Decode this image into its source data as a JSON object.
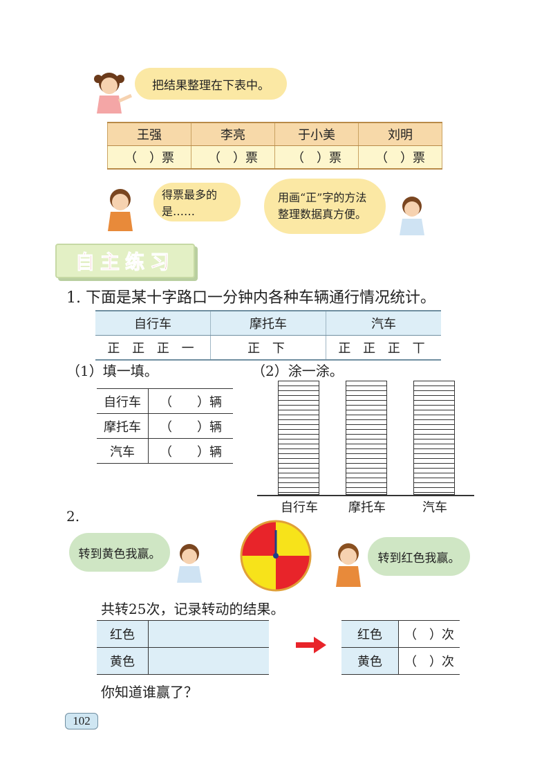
{
  "intro": {
    "bubble_text": "把结果整理在下表中。",
    "candidates_table": {
      "headers": [
        "王强",
        "李亮",
        "于小美",
        "刘明"
      ],
      "cells": [
        "（　）票",
        "（　）票",
        "（　）票",
        "（　）票"
      ]
    },
    "girl_bubble": "得票最多的是……",
    "boy_bubble": "用画“正”字的方法整理数据真方便。"
  },
  "section_banner": "自主练习",
  "q1": {
    "title": "1. 下面是某十字路口一分钟内各种车辆通行情况统计。",
    "tally_table": {
      "headers": [
        "自行车",
        "摩托车",
        "汽车"
      ],
      "tallies": [
        "正 正 正 一",
        "正 下",
        "正 正 正 丅"
      ]
    },
    "part1_label": "（1）填一填。",
    "part2_label": "（2）涂一涂。",
    "fill_table": [
      {
        "label": "自行车",
        "value": "（　　）辆"
      },
      {
        "label": "摩托车",
        "value": "（　　）辆"
      },
      {
        "label": "汽车",
        "value": "（　　）辆"
      }
    ],
    "bar_labels": [
      "自行车",
      "摩托车",
      "汽车"
    ]
  },
  "q2": {
    "number": "2.",
    "boy_bubble": "转到黄色我赢。",
    "girl_bubble": "转到红色我赢。",
    "instruction": "共转25次，记录转动的结果。",
    "record_table": [
      {
        "label": "红色"
      },
      {
        "label": "黄色"
      }
    ],
    "result_table": [
      {
        "label": "红色",
        "value": "（　）次"
      },
      {
        "label": "黄色",
        "value": "（　）次"
      }
    ],
    "question": "你知道谁赢了？"
  },
  "page_number": "102",
  "colors": {
    "red": "#e8242a",
    "yellow": "#f7e31a",
    "arrow": "#e8242a",
    "banner": "#e3f0c5"
  }
}
